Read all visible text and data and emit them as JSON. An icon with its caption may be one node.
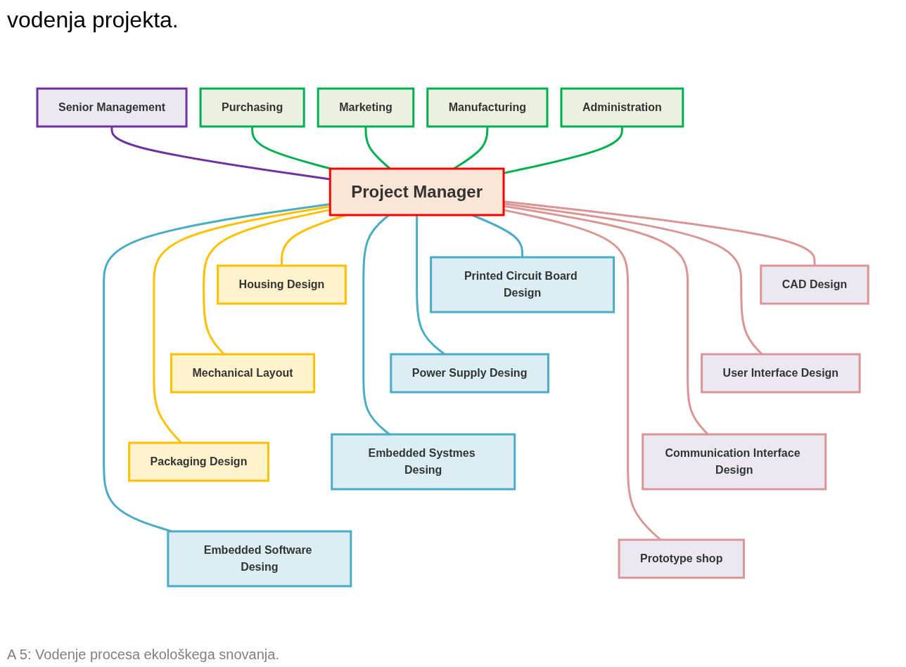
{
  "diagram": {
    "caption": "A 5: Vodenje procesa ekološkega snovanja.",
    "nodes": [
      {
        "text": [
          "Senior Management"
        ]
      },
      {
        "text": [
          "Purchasing"
        ]
      },
      {
        "text": [
          "Marketing"
        ]
      },
      {
        "text": [
          "Manufacturing"
        ]
      },
      {
        "text": [
          "Administration"
        ]
      },
      {
        "text": [
          "Project Manager"
        ]
      },
      {
        "text": [
          "Printed Circuit Board Design"
        ]
      },
      {
        "text": [
          "Power Supply Desing"
        ]
      },
      {
        "text": [
          "Embedded Systmes Desing"
        ]
      },
      {
        "text": [
          "Embedded Software Desing"
        ]
      },
      {
        "text": [
          "Housing Design"
        ]
      },
      {
        "text": [
          "Mechanical Layout"
        ]
      },
      {
        "text": [
          "Packaging Design"
        ]
      },
      {
        "text": [
          "CAD Design"
        ]
      },
      {
        "text": [
          "User Interface Design"
        ]
      },
      {
        "text": [
          "Communication Interface Design"
        ]
      },
      {
        "text": [
          "Prototype shop"
        ]
      }
    ],
    "edges": [
      {
        "from": 0,
        "to": 5,
        "arrow": "none",
        "color": "#7030a0"
      },
      {
        "from": 1,
        "to": 5,
        "arrow": "none",
        "color": "#00b050"
      },
      {
        "from": 2,
        "to": 5,
        "arrow": "none",
        "color": "#00b050"
      },
      {
        "from": 3,
        "to": 5,
        "arrow": "none",
        "color": "#00b050"
      },
      {
        "from": 4,
        "to": 5,
        "arrow": "none",
        "color": "#00b050"
      },
      {
        "from": 5,
        "to": 6,
        "arrow": "none",
        "color": "#4bacc6"
      },
      {
        "from": 5,
        "to": 7,
        "arrow": "none",
        "color": "#4bacc6"
      },
      {
        "from": 5,
        "to": 8,
        "arrow": "none",
        "color": "#4bacc6"
      },
      {
        "from": 5,
        "to": 9,
        "arrow": "none",
        "color": "#4bacc6"
      },
      {
        "from": 5,
        "to": 10,
        "arrow": "none",
        "color": "#ffc000"
      },
      {
        "from": 5,
        "to": 11,
        "arrow": "none",
        "color": "#ffc000"
      },
      {
        "from": 5,
        "to": 12,
        "arrow": "none",
        "color": "#ffc000"
      },
      {
        "from": 5,
        "to": 13,
        "arrow": "none",
        "color": "#d99694"
      },
      {
        "from": 5,
        "to": 14,
        "arrow": "none",
        "color": "#d99694"
      },
      {
        "from": 5,
        "to": 15,
        "arrow": "none",
        "color": "#d99694"
      },
      {
        "from": 5,
        "to": 16,
        "arrow": "none",
        "color": "#d99694"
      }
    ],
    "labels": [
      "vodenja projekta."
    ]
  }
}
